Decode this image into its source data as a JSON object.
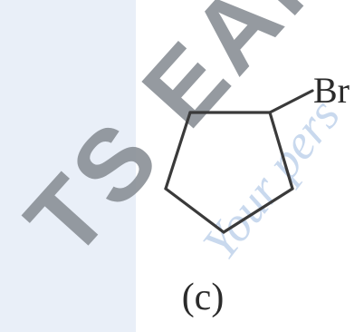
{
  "watermark": {
    "text": "TS EAM",
    "sub_text": "Your pers",
    "color": "#8a8f96",
    "sub_color": "#c9d9ee",
    "opacity": 0.9
  },
  "background": {
    "panel_color": "#e9eff8"
  },
  "molecule": {
    "ring": "cyclopentane",
    "substituent_label": "Br",
    "bond_color": "#3a3a3a",
    "text_color": "#2b2b2b"
  },
  "caption": {
    "label": "(c)"
  }
}
